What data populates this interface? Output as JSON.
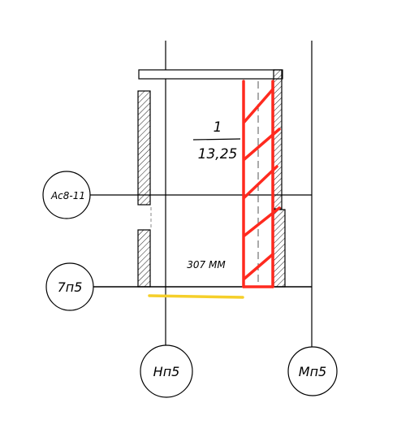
{
  "axes": {
    "row_top": "Ас8-11",
    "row_bottom": "7п5",
    "col_left": "Нп5",
    "col_right": "Мп5"
  },
  "annotations": {
    "fraction_numerator": "1",
    "fraction_denominator": "13,25",
    "dimension": "307 ММ"
  },
  "colors": {
    "line": "#000000",
    "hatch": "#000000",
    "highlight_red": "#ff2a1f",
    "highlight_yellow": "#f5cf2a"
  }
}
